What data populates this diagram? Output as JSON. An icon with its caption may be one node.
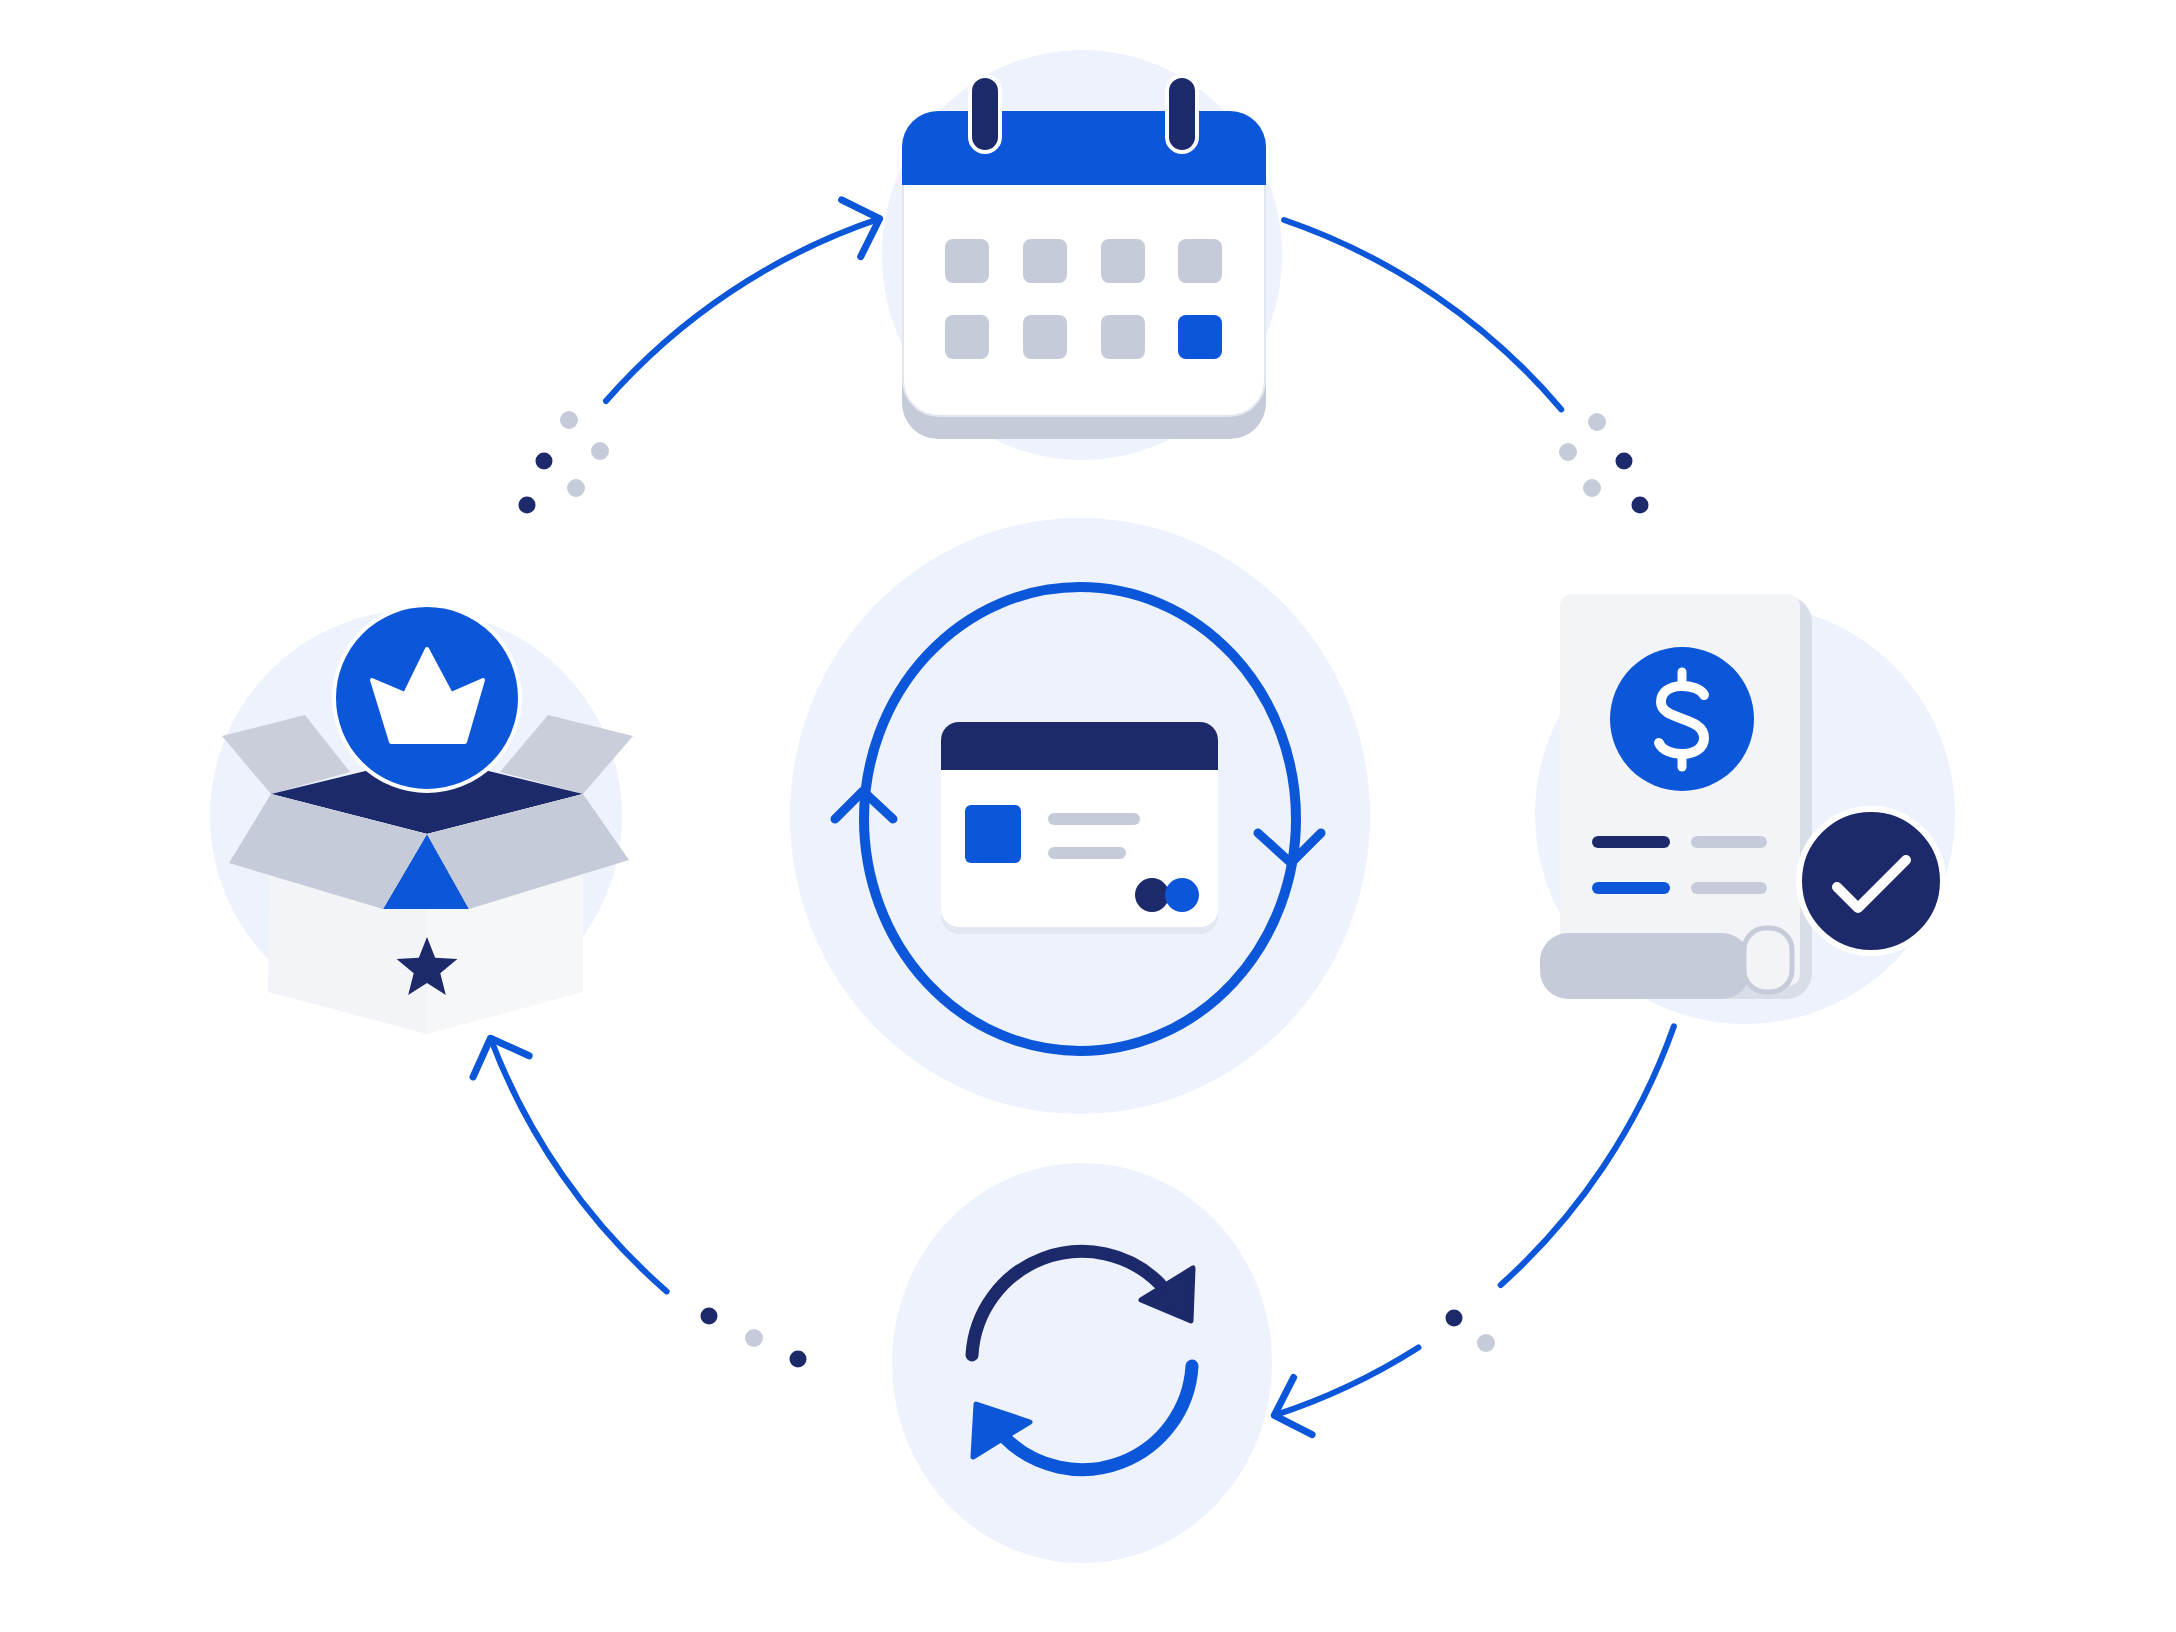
{
  "diagram": {
    "nodes": [
      {
        "text": [],
        "shape": "picture"
      },
      {
        "text": [],
        "shape": "picture"
      },
      {
        "text": [],
        "shape": "picture"
      },
      {
        "text": [],
        "shape": "picture"
      },
      {
        "text": [],
        "shape": "picture"
      }
    ],
    "edges": [
      {
        "from": 1,
        "to": 0,
        "arrow": "to"
      },
      {
        "from": 0,
        "to": 3,
        "arrow": "none"
      },
      {
        "from": 3,
        "to": 4,
        "arrow": "to"
      },
      {
        "from": 4,
        "to": 1,
        "arrow": "to"
      }
    ]
  }
}
